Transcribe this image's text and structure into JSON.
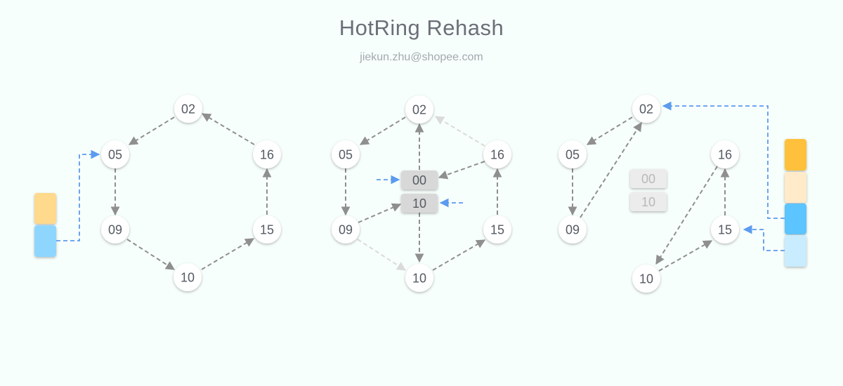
{
  "title": "HotRing Rehash",
  "subtitle": "jiekun.zhu@shopee.com",
  "colors": {
    "background": "#f7fffc",
    "arrow": "#8f8f8f",
    "arrow_faded": "#dadada",
    "pointer": "#5b9bf0",
    "node_fill": "#ffffff",
    "box_fill": "#d8d8d8",
    "box_faded_fill": "#ececec"
  },
  "panels": [
    {
      "name": "before",
      "nodes": [
        "02",
        "05",
        "09",
        "10",
        "15",
        "16"
      ],
      "edges": [
        [
          "02",
          "05"
        ],
        [
          "05",
          "09"
        ],
        [
          "09",
          "10"
        ],
        [
          "10",
          "15"
        ],
        [
          "15",
          "16"
        ],
        [
          "16",
          "02"
        ]
      ],
      "buckets": [
        {
          "color": "#ffd98c"
        },
        {
          "color": "#8fd6ff"
        }
      ],
      "bucket_pointers": [
        [
          "bucket-2",
          "05"
        ]
      ]
    },
    {
      "name": "splitting",
      "nodes": [
        "02",
        "05",
        "09",
        "10",
        "15",
        "16"
      ],
      "heads": [
        "00",
        "10"
      ],
      "edges": [
        [
          "02",
          "05"
        ],
        [
          "05",
          "09"
        ],
        [
          "09",
          "10-head"
        ],
        [
          "10-head",
          "10"
        ],
        [
          "10",
          "15"
        ],
        [
          "15",
          "16"
        ],
        [
          "16",
          "00"
        ],
        [
          "00",
          "02"
        ]
      ],
      "faded_edges": [
        [
          "16",
          "02"
        ],
        [
          "09",
          "10"
        ]
      ],
      "external_pointers": [
        "00",
        "10"
      ]
    },
    {
      "name": "after",
      "nodes": [
        "02",
        "05",
        "09",
        "10",
        "15",
        "16"
      ],
      "heads": [
        "00",
        "10"
      ],
      "edges": [
        [
          "02",
          "05"
        ],
        [
          "05",
          "09"
        ],
        [
          "09",
          "02"
        ],
        [
          "16",
          "10"
        ],
        [
          "10",
          "15"
        ],
        [
          "15",
          "16"
        ]
      ],
      "buckets": [
        {
          "color": "#ffc13b"
        },
        {
          "color": "#ffebc9"
        },
        {
          "color": "#5bc4ff"
        },
        {
          "color": "#c9ecff"
        }
      ],
      "bucket_pointers": [
        [
          "bucket-3",
          "02"
        ],
        [
          "bucket-4",
          "15"
        ]
      ]
    }
  ]
}
